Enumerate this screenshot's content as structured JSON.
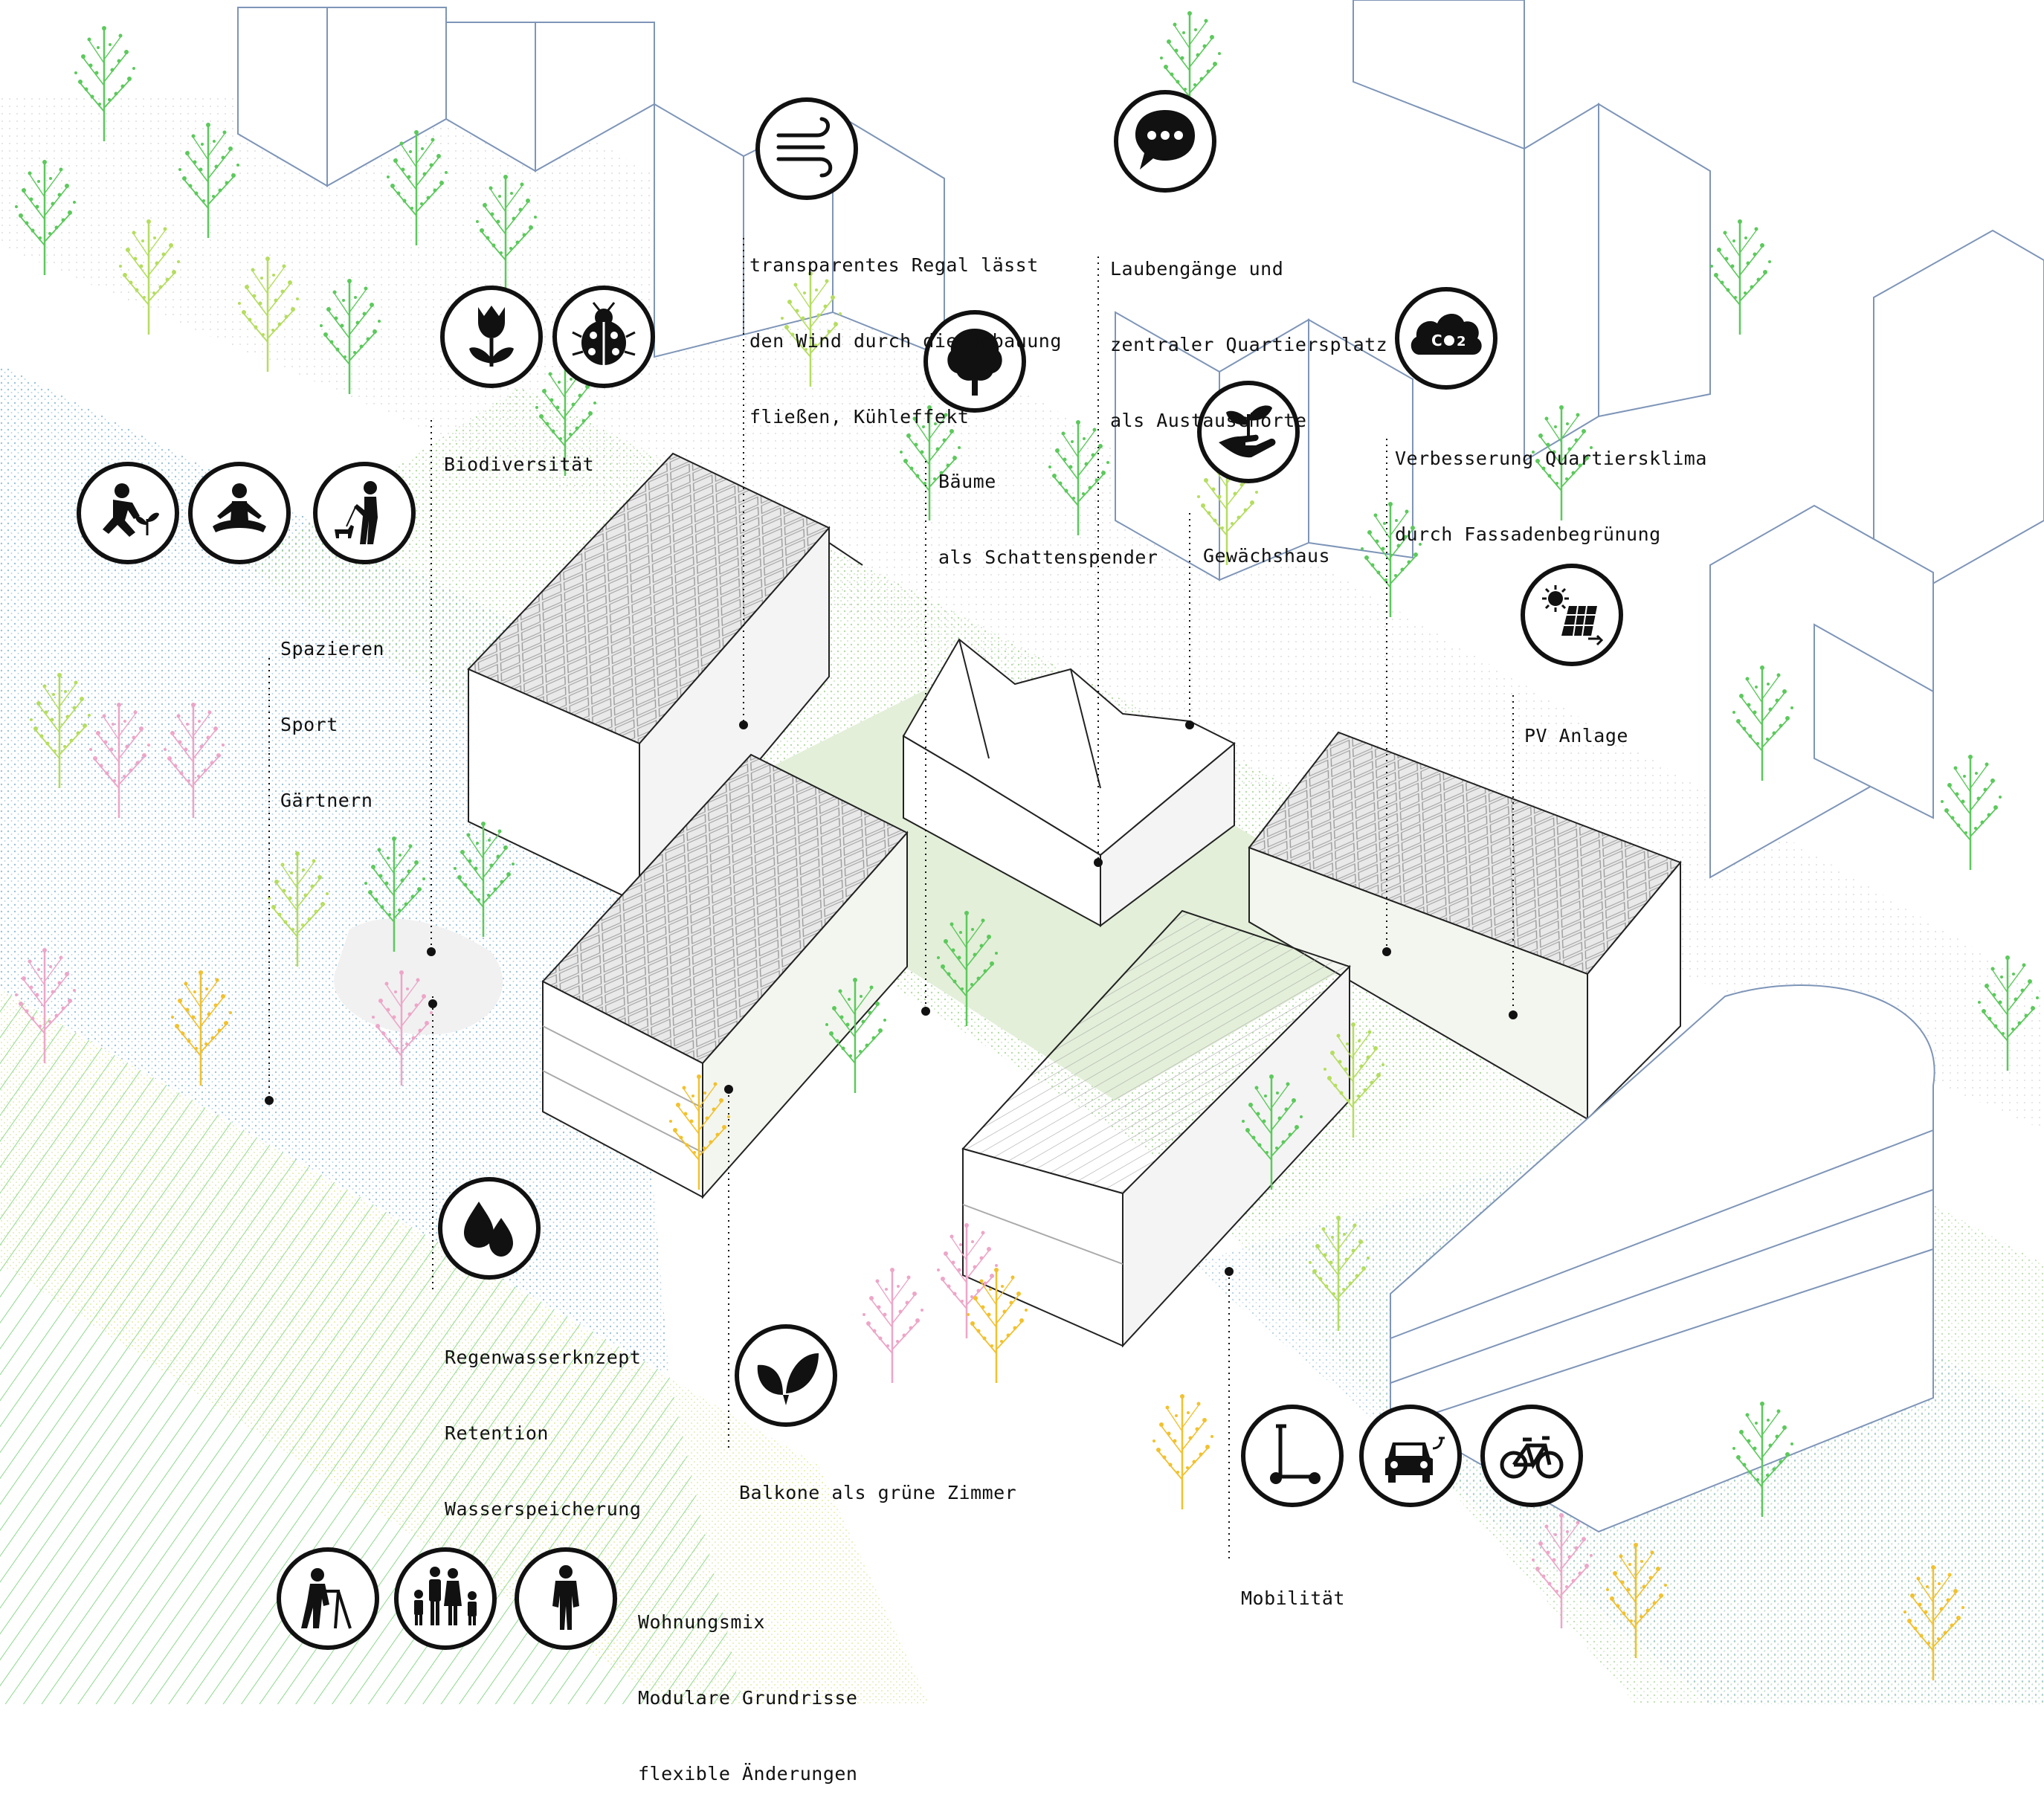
{
  "colors": {
    "ink": "#111111",
    "building": "#7e95b8",
    "tree_green": "#5cc95c",
    "tree_lime": "#b5dd60",
    "tree_pink": "#eda6c8",
    "tree_yellow": "#f2c12e",
    "ground_blue": "#a9cde0",
    "ground_green": "#c4e2b4",
    "courtyard": "#e3efd9",
    "field_line": "#8ed88e"
  },
  "annotations": [
    {
      "id": "wind",
      "icons": [
        "wind-icon"
      ],
      "lines": [
        "transparentes Regal lässt",
        "den Wind durch die Bebauung",
        "fließen, Kühleffekt"
      ]
    },
    {
      "id": "exchange",
      "icons": [
        "speech-bubble-icon"
      ],
      "lines": [
        "Laubengänge und",
        "zentraler Quartiersplatz",
        "als Austauschorte"
      ]
    },
    {
      "id": "biodiversity",
      "icons": [
        "tulip-icon",
        "ladybug-icon"
      ],
      "lines": [
        "Biodiversität"
      ]
    },
    {
      "id": "trees",
      "icons": [
        "tree-icon"
      ],
      "lines": [
        "Bäume",
        "als Schattenspender"
      ]
    },
    {
      "id": "greenhouse",
      "icons": [
        "sprout-hand-icon"
      ],
      "lines": [
        "Gewächshaus"
      ]
    },
    {
      "id": "climate",
      "icons": [
        "co2-cloud-icon"
      ],
      "lines": [
        "Verbesserung Quartiersklima",
        "durch Fassadenbegrünung"
      ]
    },
    {
      "id": "pv",
      "icons": [
        "solar-panel-icon"
      ],
      "lines": [
        "PV Anlage"
      ]
    },
    {
      "id": "leisure",
      "icons": [
        "gardening-person-icon",
        "yoga-person-icon",
        "dog-walking-icon"
      ],
      "lines": [
        "Spazieren",
        "Sport",
        "Gärtnern"
      ]
    },
    {
      "id": "rainwater",
      "icons": [
        "water-drops-icon"
      ],
      "lines": [
        "Regenwasserknzept",
        "Retention",
        "Wasserspeicherung"
      ]
    },
    {
      "id": "balconies",
      "icons": [
        "leaves-icon"
      ],
      "lines": [
        "Balkone als grüne Zimmer"
      ]
    },
    {
      "id": "mobility",
      "icons": [
        "e-scooter-icon",
        "electric-car-icon",
        "bicycle-icon"
      ],
      "lines": [
        "Mobilität"
      ]
    },
    {
      "id": "housing",
      "icons": [
        "elderly-walker-icon",
        "family-icon",
        "single-person-icon"
      ],
      "lines": [
        "Wohnungsmix",
        "Modulare Grundrisse",
        "flexible Änderungen"
      ]
    }
  ]
}
